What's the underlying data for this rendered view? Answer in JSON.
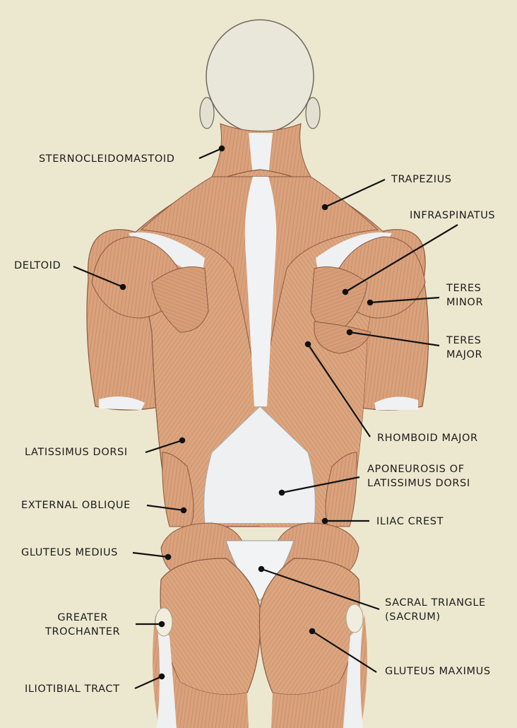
{
  "labels": {
    "sternocleidomastoid": "STERNOCLEIDOMASTOID",
    "trapezius": "TRAPEZIUS",
    "infraspinatus": "INFRASPINATUS",
    "deltoid": "DELTOID",
    "teres_minor": [
      "TERES",
      "MINOR"
    ],
    "teres_major": [
      "TERES",
      "MAJOR"
    ],
    "rhomboid_major": "RHOMBOID MAJOR",
    "latissimus_dorsi": "LATISSIMUS DORSI",
    "aponeurosis": [
      "APONEUROSIS OF",
      "LATISSIMUS DORSI"
    ],
    "external_oblique": "EXTERNAL OBLIQUE",
    "iliac_crest": "ILIAC CREST",
    "gluteus_medius": "GLUTEUS MEDIUS",
    "sacral_triangle": [
      "SACRAL TRIANGLE",
      "(SACRUM)"
    ],
    "greater_trochanter": [
      "GREATER",
      "TROCHANTER"
    ],
    "gluteus_maximus": "GLUTEUS MAXIMUS",
    "iliotibial_tract": "ILIOTIBIAL TRACT"
  },
  "colors": {
    "background": "#ece8cf",
    "muscle": "#d9a27c",
    "muscle_fiber": "#b5694a",
    "tendon": "#f2f3f4",
    "skin": "#e8e4d6",
    "leader": "#111111"
  }
}
